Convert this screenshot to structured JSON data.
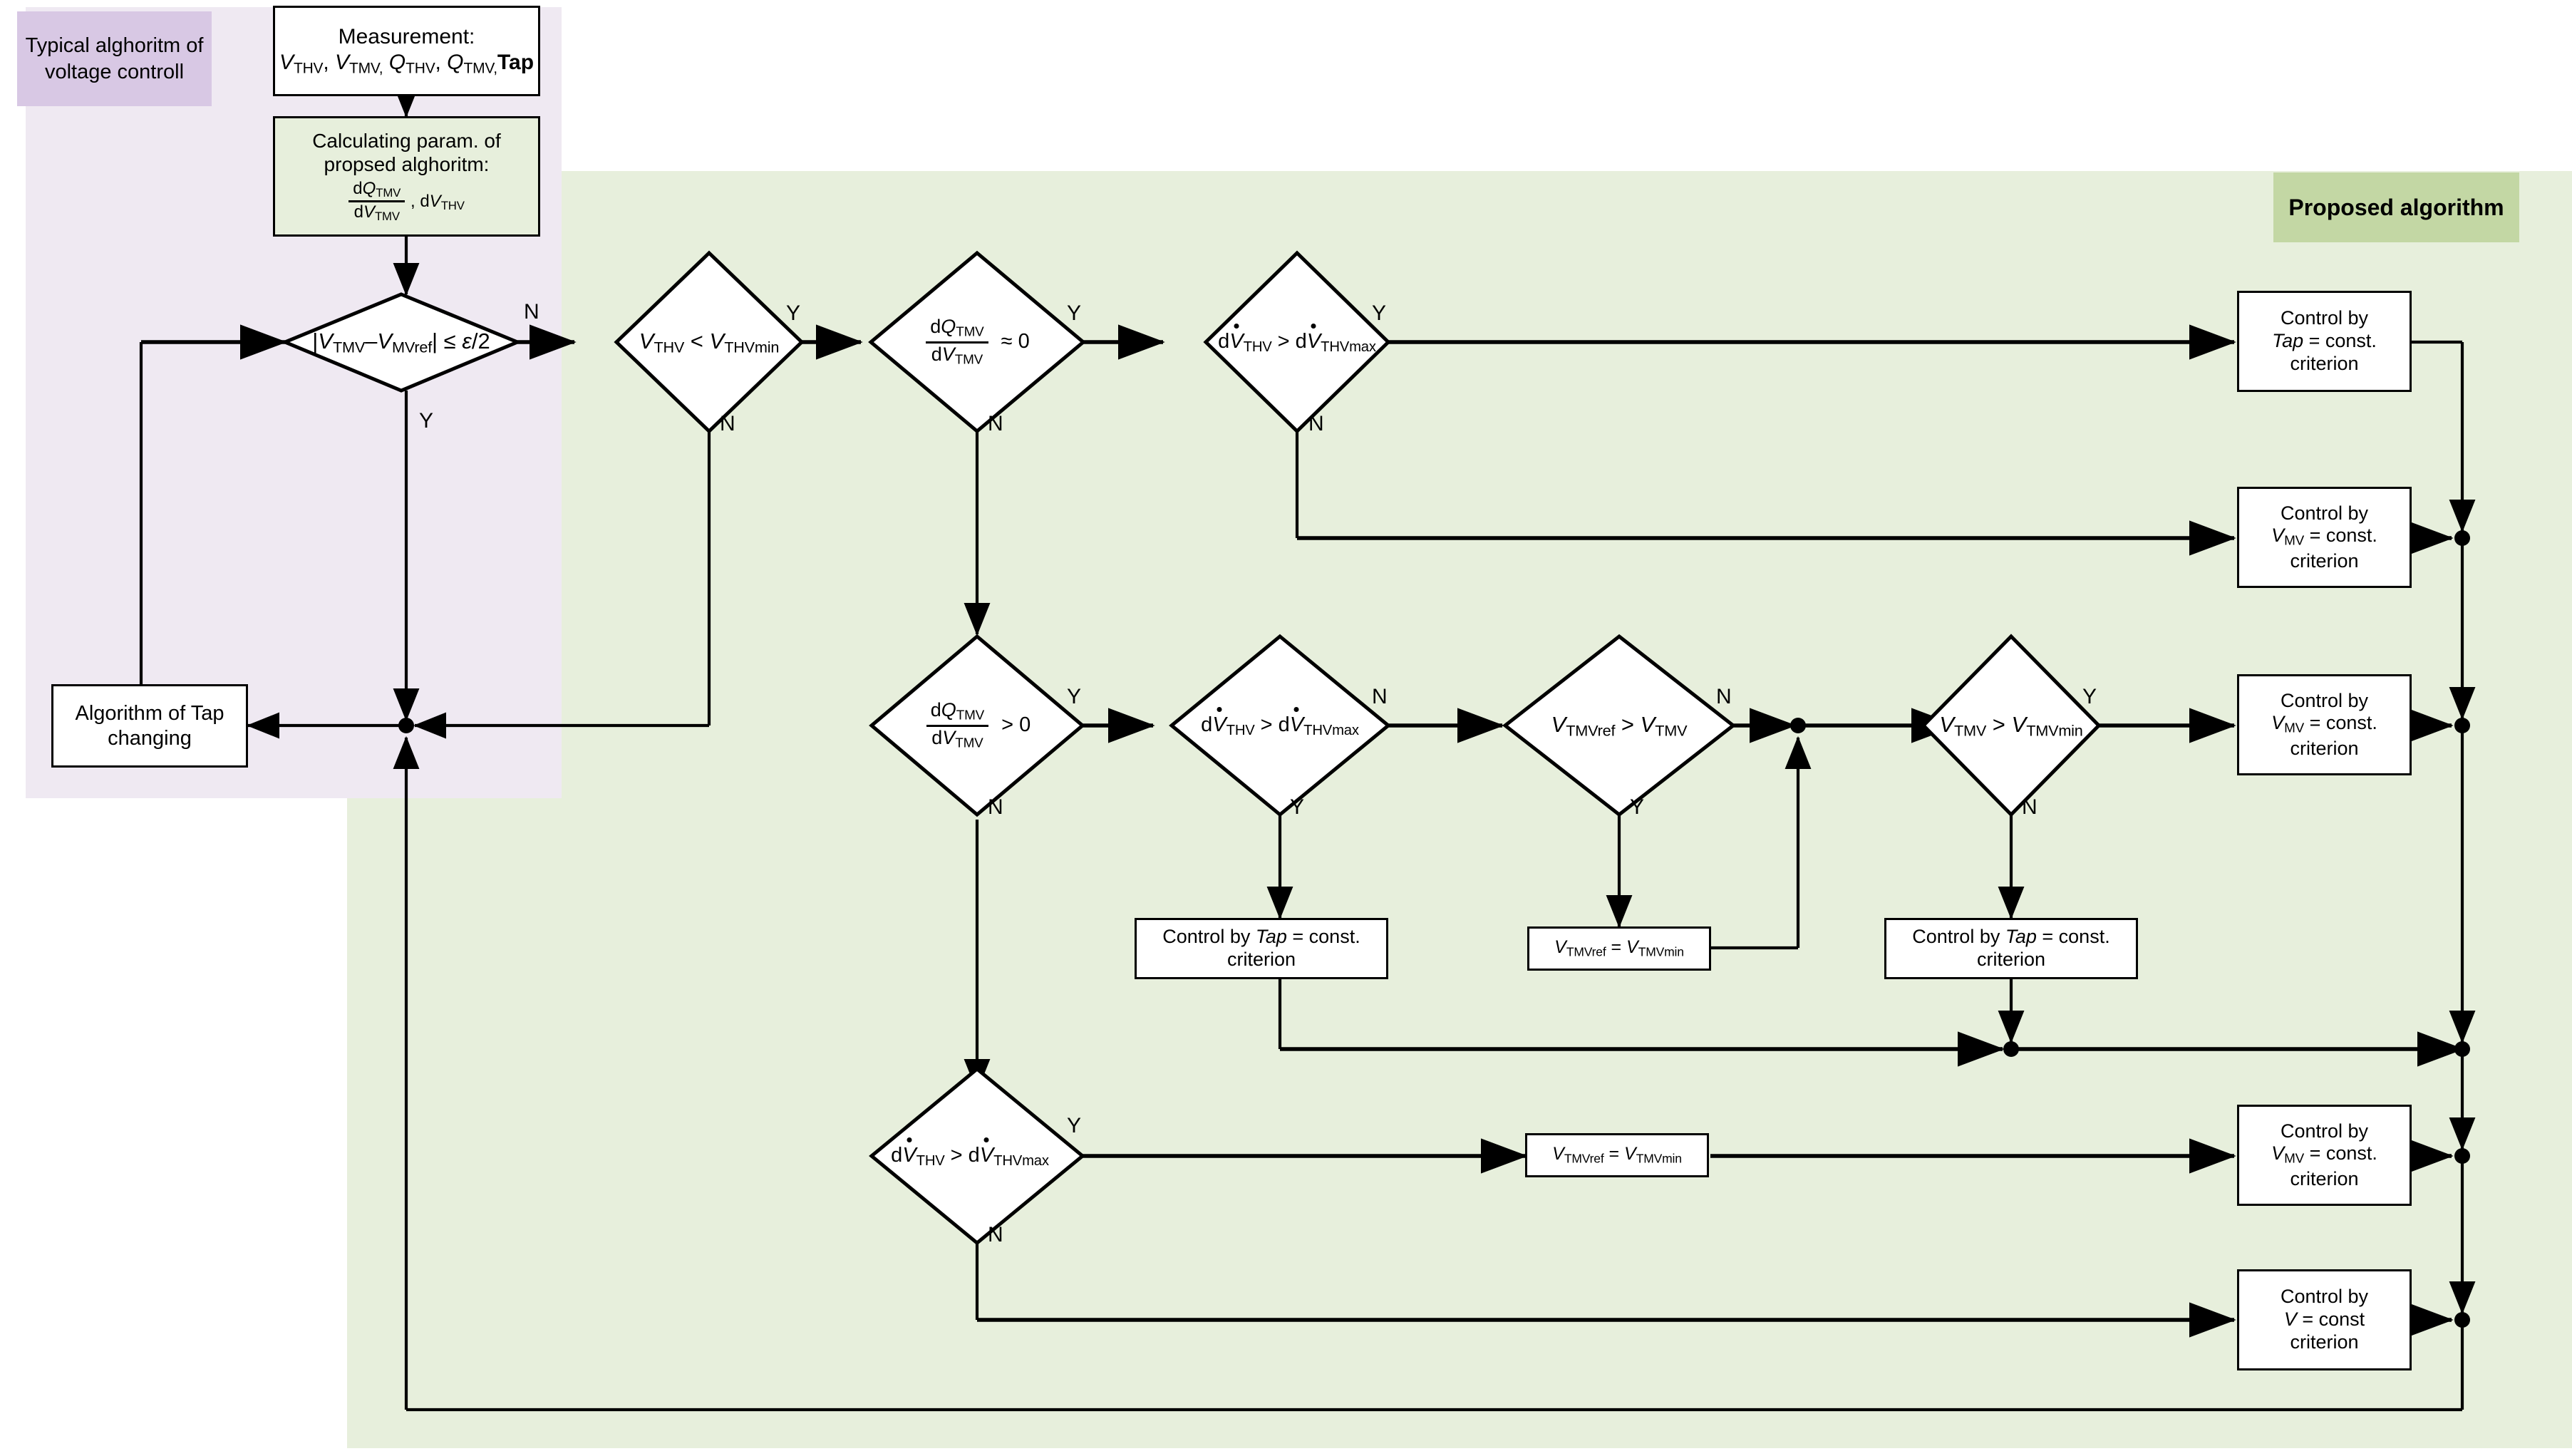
{
  "regions": {
    "typical": {
      "label_line1": "Typical alghoritm of",
      "label_line2": "voltage controll",
      "fill": "#d8c8e4",
      "area_fill": "#efe9f2"
    },
    "proposed": {
      "label": "Proposed algorithm",
      "fill": "#c3d7a4",
      "area_fill": "#e7efdc"
    }
  },
  "nodes": {
    "measurement": {
      "line1": "Measurement:",
      "vars": "V(THV), V(TMV), Q(THV), Q(TMV), Tap",
      "fill": "#ffffff"
    },
    "calculating": {
      "line1": "Calculating param. of",
      "line2": "propsed alghoritm:",
      "frac_num": "dQ(TMV)",
      "frac_den": "dV(TMV)",
      "tail": ", dV(THV)",
      "fill": "#e7efdc"
    },
    "tap_changing": {
      "line1": "Algorithm of Tap",
      "line2": "changing"
    }
  },
  "decisions": [
    {
      "id": "d1",
      "text": "|V(TMV) - V(MVref)| ≤ ε/2",
      "yes_pos": "bottom",
      "yes_label": "Y",
      "no_pos": "right",
      "no_label": "N"
    },
    {
      "id": "d2",
      "text": "V(THV) < V(THVmin)",
      "yes_pos": "right",
      "yes_label": "Y",
      "no_pos": "bottom",
      "no_label": "N"
    },
    {
      "id": "d3",
      "text": "dQ(TMV)/dV(TMV) ≈ 0",
      "yes_pos": "right",
      "yes_label": "Y",
      "no_pos": "bottom",
      "no_label": "N"
    },
    {
      "id": "d4",
      "text": "dV̇(THV) > dV̇(THVmax)",
      "yes_pos": "right",
      "yes_label": "Y",
      "no_pos": "bottom",
      "no_label": "N"
    },
    {
      "id": "d5",
      "text": "dQ(TMV)/dV(TMV) > 0",
      "yes_pos": "right",
      "yes_label": "Y",
      "no_pos": "bottom",
      "no_label": "N"
    },
    {
      "id": "d6",
      "text": "dV̇(THV) > dV̇(THVmax)",
      "yes_pos": "bottom",
      "yes_label": "Y",
      "no_pos": "right",
      "no_label": "N"
    },
    {
      "id": "d7",
      "text": "V(TMVref) > V(TMV)",
      "yes_pos": "bottom",
      "yes_label": "Y",
      "no_pos": "right",
      "no_label": "N"
    },
    {
      "id": "d8",
      "text": "V(TMV) > V(TMVmin)",
      "yes_pos": "right",
      "yes_label": "Y",
      "no_pos": "bottom",
      "no_label": "N"
    },
    {
      "id": "d9",
      "text": "dV̇(THV) > dV̇(THVmax)",
      "yes_pos": "right",
      "yes_label": "Y",
      "no_pos": "bottom",
      "no_label": "N"
    }
  ],
  "outputs": {
    "o1": {
      "l1": "Control by",
      "l2": "Tap = const.",
      "l3": "criterion"
    },
    "o2": {
      "l1": "Control by",
      "l2": "V(MV) = const.",
      "l3": "criterion"
    },
    "o3": {
      "l1": "Control by",
      "l2": "V(MV) = const.",
      "l3": "criterion"
    },
    "o4": {
      "l1": "Control by",
      "l2": "V(MV) = const.",
      "l3": "criterion"
    },
    "o5": {
      "l1": "Control by",
      "l2": "V = const",
      "l3": "criterion"
    },
    "t1": {
      "text": "Control by Tap = const. criterion"
    },
    "t2": {
      "text": "Control by Tap = const. criterion"
    },
    "a1": {
      "text": "V(TMVref) = V(TMVmin)"
    },
    "a2": {
      "text": "V(TMVref) = V(TMVmin)"
    }
  },
  "branch_labels": {
    "d1_N": "N",
    "d1_Y": "Y",
    "d2_Y": "Y",
    "d2_N": "N",
    "d3_Y": "Y",
    "d3_N": "N",
    "d4_Y": "Y",
    "d4_N": "N",
    "d5_Y": "Y",
    "d5_N": "N",
    "d6_N": "N",
    "d6_Y": "Y",
    "d7_N": "N",
    "d7_Y": "Y",
    "d8_Y": "Y",
    "d8_N": "N",
    "d9_Y": "Y",
    "d9_N": "N"
  },
  "colors": {
    "line": "#000000",
    "box_border": "#000000",
    "box_fill": "#ffffff"
  }
}
